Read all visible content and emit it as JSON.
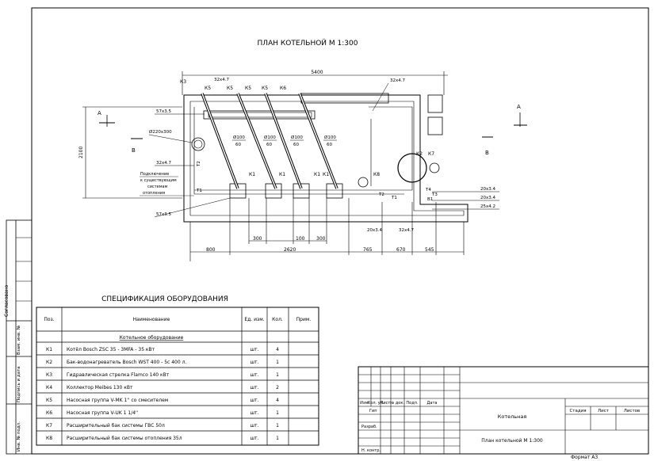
{
  "plan": {
    "title": "ПЛАН КОТЕЛЬНОЙ М 1:300",
    "dim_top": "5400",
    "dim_left": "2100",
    "section_a": "А",
    "section_b": "В",
    "pipe_labels": {
      "p1": "32х4.7",
      "p2": "32х4.7",
      "p3": "57х3.5",
      "p4": "57х3.5",
      "p5": "32х4.7",
      "p6": "20х3.4",
      "p7": "32х4.7",
      "p8": "20х3.4",
      "p9": "20х3.4",
      "p10": "25х4.2",
      "diam_flue": "Ø220х300"
    },
    "flue_sizes": [
      {
        "num": "Ø100",
        "den": "60"
      },
      {
        "num": "Ø100",
        "den": "60"
      },
      {
        "num": "Ø100",
        "den": "60"
      },
      {
        "num": "Ø100",
        "den": "60"
      }
    ],
    "connection_note": [
      "Подключение",
      "к существующим",
      "системам",
      "отопления"
    ],
    "equipment_tags": {
      "k3": "К3",
      "k5a": "К5",
      "k5b": "К5",
      "k5c": "К5",
      "k6": "К6",
      "k1a": "К1",
      "k1b": "К1",
      "k1c": "К1",
      "k1d": "К1",
      "k8": "К8",
      "k2": "К2",
      "k7": "К7",
      "t2a": "Т2",
      "t1a": "Т1",
      "t2b": "Т2",
      "t1b": "Т1",
      "t4": "Т4",
      "t3": "Т3",
      "b1": "В1"
    },
    "dims_bottom": [
      "800",
      "2620",
      "765",
      "670",
      "545"
    ],
    "dims_inner": [
      "300",
      "100",
      "300"
    ]
  },
  "spec": {
    "title": "СПЕЦИФИКАЦИЯ ОБОРУДОВАНИЯ",
    "headers": [
      "Поз.",
      "Наименование",
      "Ед. изм.",
      "Кол.",
      "Прим."
    ],
    "section": "Котельное оборудование",
    "rows": [
      {
        "pos": "К1",
        "name": "Котёл Bosch ZSC 35 - 3MFA - 35 кВт",
        "unit": "шт.",
        "qty": "4"
      },
      {
        "pos": "К2",
        "name": "Бак-водонагреватель Bosch  WST 400 - 5с 400 л.",
        "unit": "шт.",
        "qty": "1"
      },
      {
        "pos": "К3",
        "name": "Гидравлическая стрелка Flamco 140 кВт",
        "unit": "шт.",
        "qty": "1"
      },
      {
        "pos": "К4",
        "name": "Коллектор Meibes 130 кВт",
        "unit": "шт.",
        "qty": "2"
      },
      {
        "pos": "К5",
        "name": "Насосная группа V-MK 1'' со смесителем",
        "unit": "шт.",
        "qty": "4"
      },
      {
        "pos": "К6",
        "name": "Насосная группа V-UK 1 1/4''",
        "unit": "шт.",
        "qty": "1"
      },
      {
        "pos": "К7",
        "name": "Расширительный бак системы ГВС 50л",
        "unit": "шт.",
        "qty": "1"
      },
      {
        "pos": "К8",
        "name": "Расширительный бак системы отопления 35л",
        "unit": "шт.",
        "qty": "1"
      }
    ]
  },
  "side_stamp": [
    "Согласовано",
    "Взам. инв. №",
    "Подпись и дата",
    "Инв. № подл."
  ],
  "title_block": {
    "cols": [
      "Изм.",
      "Кол. уч.",
      "Лист",
      "№ док.",
      "Подп.",
      "Дата"
    ],
    "roles": [
      "Гип",
      "Разраб.",
      "Н. контр."
    ],
    "object": "Котельная",
    "stage_headers": [
      "Стадия",
      "Лист",
      "Листов"
    ],
    "drawing": "План котельной М 1:300",
    "format": "Формат А3"
  }
}
